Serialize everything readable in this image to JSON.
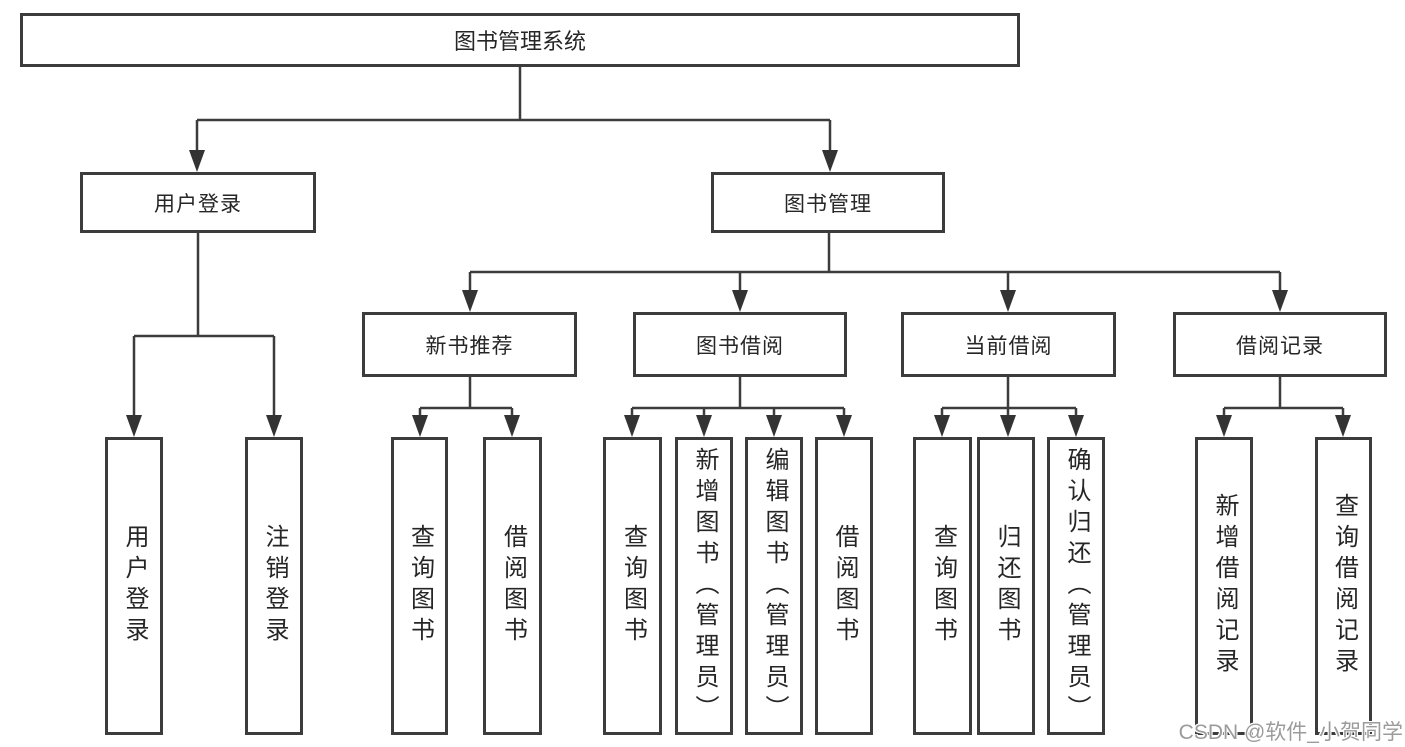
{
  "diagram": {
    "root": {
      "label": "图书管理系统",
      "children": [
        {
          "label": "用户登录",
          "children": [
            {
              "label": "用户登录"
            },
            {
              "label": "注销登录"
            }
          ]
        },
        {
          "label": "图书管理",
          "children": [
            {
              "label": "新书推荐",
              "children": [
                {
                  "label": "查询图书"
                },
                {
                  "label": "借阅图书"
                }
              ]
            },
            {
              "label": "图书借阅",
              "children": [
                {
                  "label": "查询图书"
                },
                {
                  "label": "新增图书（管理员）"
                },
                {
                  "label": "编辑图书（管理员）"
                },
                {
                  "label": "借阅图书"
                }
              ]
            },
            {
              "label": "当前借阅",
              "children": [
                {
                  "label": "查询图书"
                },
                {
                  "label": "归还图书"
                },
                {
                  "label": "确认归还（管理员）"
                }
              ]
            },
            {
              "label": "借阅记录",
              "children": [
                {
                  "label": "新增借阅记录"
                },
                {
                  "label": "查询借阅记录"
                }
              ]
            }
          ]
        }
      ]
    },
    "line_color": "#3c3c3c",
    "watermark": "CSDN @软件_小贺同学"
  }
}
